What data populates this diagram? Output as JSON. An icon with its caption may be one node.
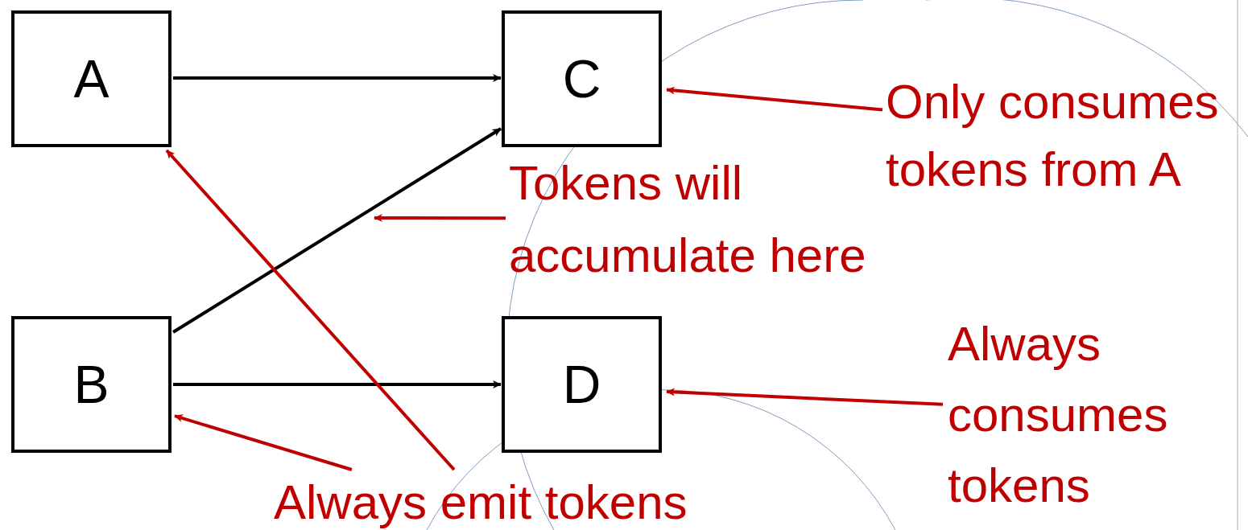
{
  "diagram": {
    "nodes": [
      {
        "text": [
          "A"
        ]
      },
      {
        "text": [
          "C"
        ]
      },
      {
        "text": [
          "B"
        ]
      },
      {
        "text": [
          "D"
        ]
      },
      {
        "text": [
          "Only consumes tokens from A"
        ]
      },
      {
        "text": [
          "Tokens will accumulate here"
        ]
      },
      {
        "text": [
          "Always emit tokens"
        ]
      },
      {
        "text": [
          "Always consumes tokens"
        ]
      }
    ],
    "edges": [
      {
        "from": 0,
        "to": 1,
        "arrow": "to",
        "color": "#000000"
      },
      {
        "from": 2,
        "to": 1,
        "arrow": "to",
        "color": "#000000"
      },
      {
        "from": 2,
        "to": 3,
        "arrow": "to",
        "color": "#000000"
      },
      {
        "from": 4,
        "to": 1,
        "arrow": "to"
      },
      {
        "from": 5,
        "to": null,
        "arrow": "to"
      },
      {
        "from": 6,
        "to": 0,
        "arrow": "to"
      },
      {
        "from": 6,
        "to": 2,
        "arrow": "to"
      },
      {
        "from": 7,
        "to": 3,
        "arrow": "to"
      }
    ]
  }
}
